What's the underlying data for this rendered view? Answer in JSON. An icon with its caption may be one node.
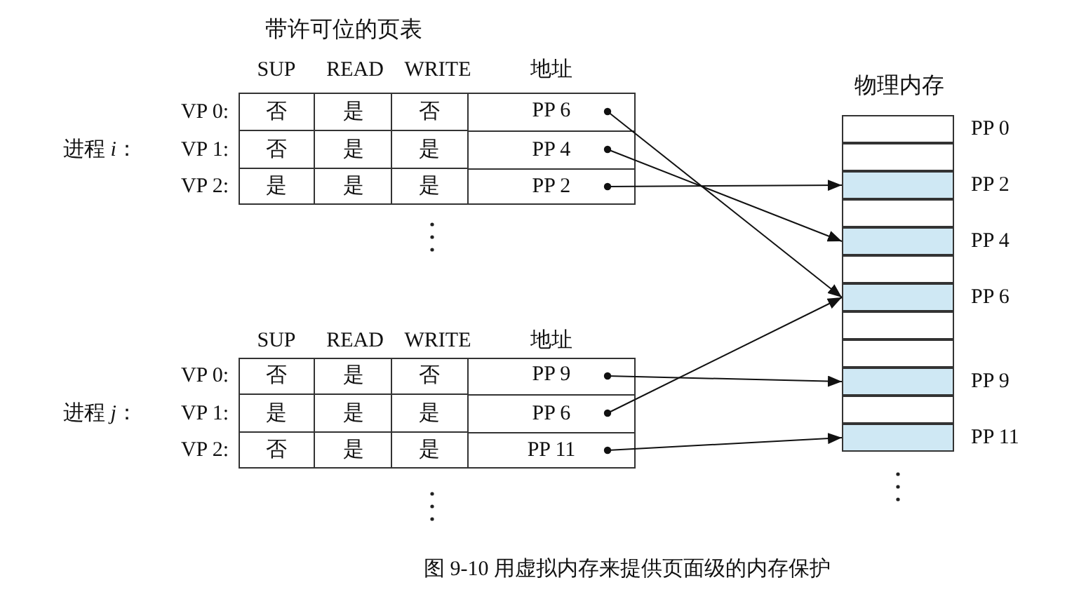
{
  "diagram": {
    "caption": "图 9-10 用虚拟内存来提供页面级的内存保护",
    "nodes": [
      {
        "text": [
          "带许可位的页表"
        ]
      },
      {
        "text": [
          "PP 6"
        ],
        "in": 0
      },
      {
        "text": [
          "PP 4"
        ],
        "in": 0
      },
      {
        "text": [
          "PP 2"
        ],
        "in": 0
      },
      {
        "text": [],
        "shape": "box"
      },
      {
        "text": [
          "PP 9"
        ],
        "in": 4
      },
      {
        "text": [
          "PP 6"
        ],
        "in": 4
      },
      {
        "text": [
          "PP 11"
        ],
        "in": 4
      },
      {
        "text": [
          "物理内存"
        ]
      },
      {
        "text": [],
        "shape": "box",
        "in": 8,
        "beside": [
          "PP 0"
        ]
      },
      {
        "text": [],
        "shape": "box",
        "in": 8
      },
      {
        "text": [],
        "shape": "box",
        "in": 8,
        "beside": [
          "PP 2"
        ]
      },
      {
        "text": [],
        "shape": "box",
        "in": 8
      },
      {
        "text": [],
        "shape": "box",
        "in": 8,
        "beside": [
          "PP 4"
        ]
      },
      {
        "text": [],
        "shape": "box",
        "in": 8
      },
      {
        "text": [],
        "shape": "box",
        "in": 8,
        "beside": [
          "PP 6"
        ]
      },
      {
        "text": [],
        "shape": "box",
        "in": 8
      },
      {
        "text": [],
        "shape": "box",
        "in": 8
      },
      {
        "text": [],
        "shape": "box",
        "in": 8,
        "beside": [
          "PP 9"
        ]
      },
      {
        "text": [],
        "shape": "box",
        "in": 8
      },
      {
        "text": [],
        "shape": "box",
        "in": 8,
        "beside": [
          "PP 11"
        ]
      }
    ],
    "edges": [
      {
        "from": 1,
        "to": 15,
        "arrow": "to"
      },
      {
        "from": 2,
        "to": 13,
        "arrow": "to"
      },
      {
        "from": 3,
        "to": 11,
        "arrow": "to"
      },
      {
        "from": 5,
        "to": 18,
        "arrow": "to"
      },
      {
        "from": 6,
        "to": 15,
        "arrow": "to"
      },
      {
        "from": 7,
        "to": 20,
        "arrow": "to"
      }
    ],
    "labels": [
      "SUP",
      "READ",
      "WRITE",
      "地址",
      "VP 0:",
      "否",
      "是",
      "否",
      "进程 *i*：",
      "VP 1:",
      "否",
      "是",
      "是",
      "VP 2:",
      "是",
      "是",
      "是",
      "SUP",
      "READ",
      "WRITE",
      "地址",
      "VP 0:",
      "否",
      "是",
      "否",
      "进程 *j*：",
      "VP 1:",
      "是",
      "是",
      "是",
      "VP 2:",
      "否",
      "是",
      "是"
    ]
  }
}
